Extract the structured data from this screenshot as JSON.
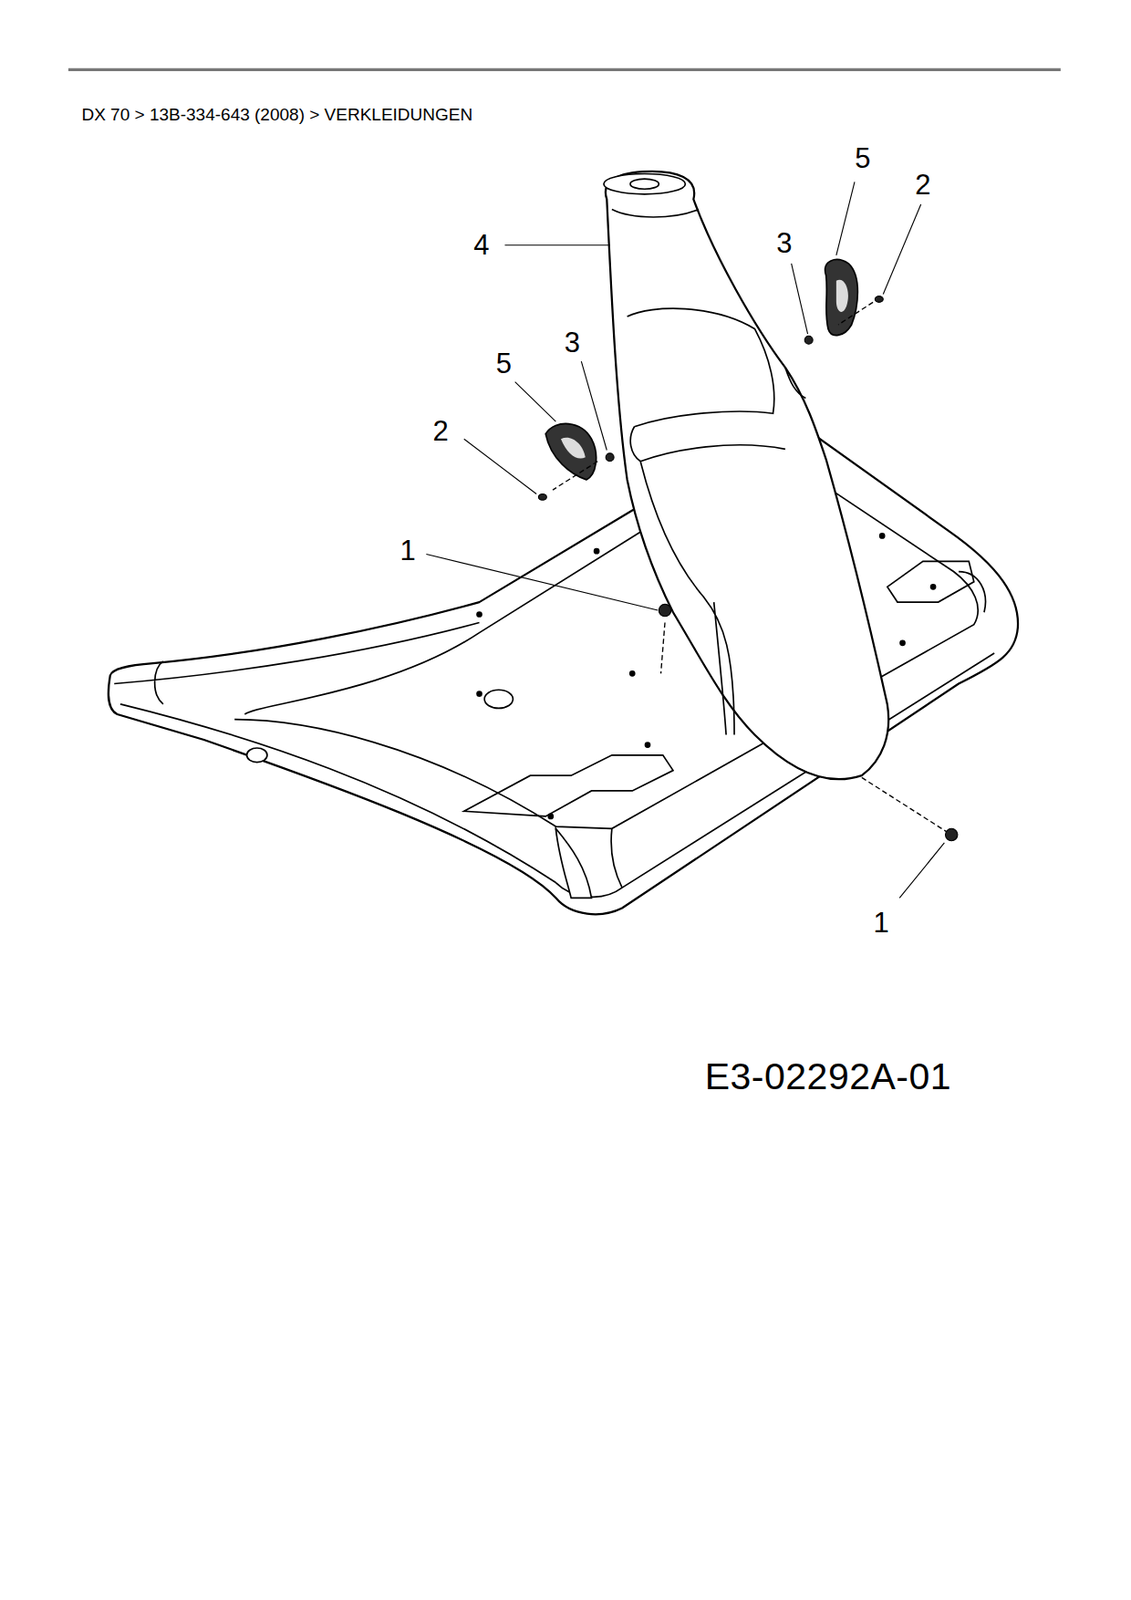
{
  "diagram": {
    "title": "DX 70  >  13B-334-643 (2008)  >  VERKLEIDUNGEN",
    "labels": [
      "5",
      "2",
      "4",
      "3",
      "5",
      "3",
      "2",
      "1",
      "1",
      "E3-02292A-01"
    ]
  }
}
